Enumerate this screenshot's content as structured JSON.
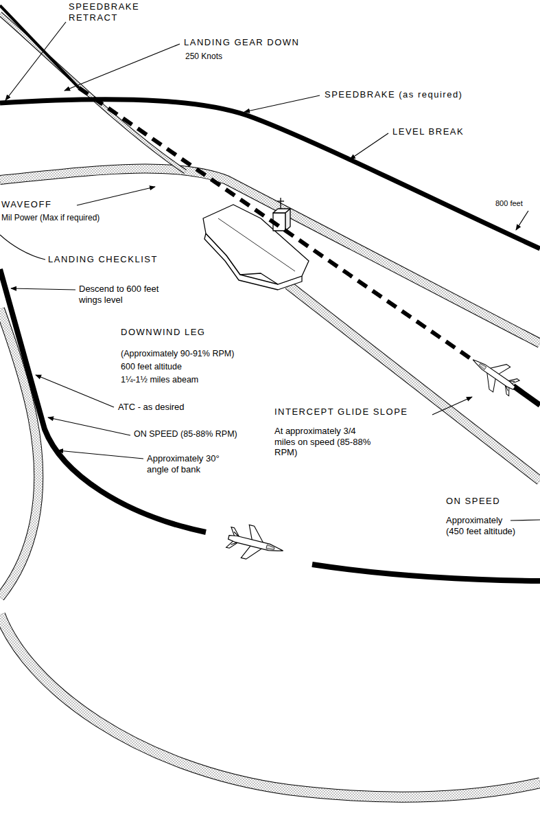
{
  "diagram": {
    "labels": [
      "SPEEDBRAKE RETRACT",
      "LANDING GEAR DOWN",
      "250 Knots",
      "SPEEDBRAKE (as required)",
      "LEVEL BREAK",
      "800 feet",
      "WAVEOFF",
      "Mil Power (Max if required)",
      "LANDING CHECKLIST",
      "Descend to 600 feet wings level",
      "DOWNWIND LEG",
      "(Approximately 90-91% RPM)",
      "600 feet altitude",
      "1¼-1½ miles abeam",
      "ATC - as desired",
      "ON SPEED (85-88% RPM)",
      "Approximately 30° angle of bank",
      "INTERCEPT GLIDE SLOPE",
      "At approximately 3/4 miles on speed (85-88% RPM)",
      "ON SPEED",
      "Approximately (450 feet altitude)"
    ]
  }
}
